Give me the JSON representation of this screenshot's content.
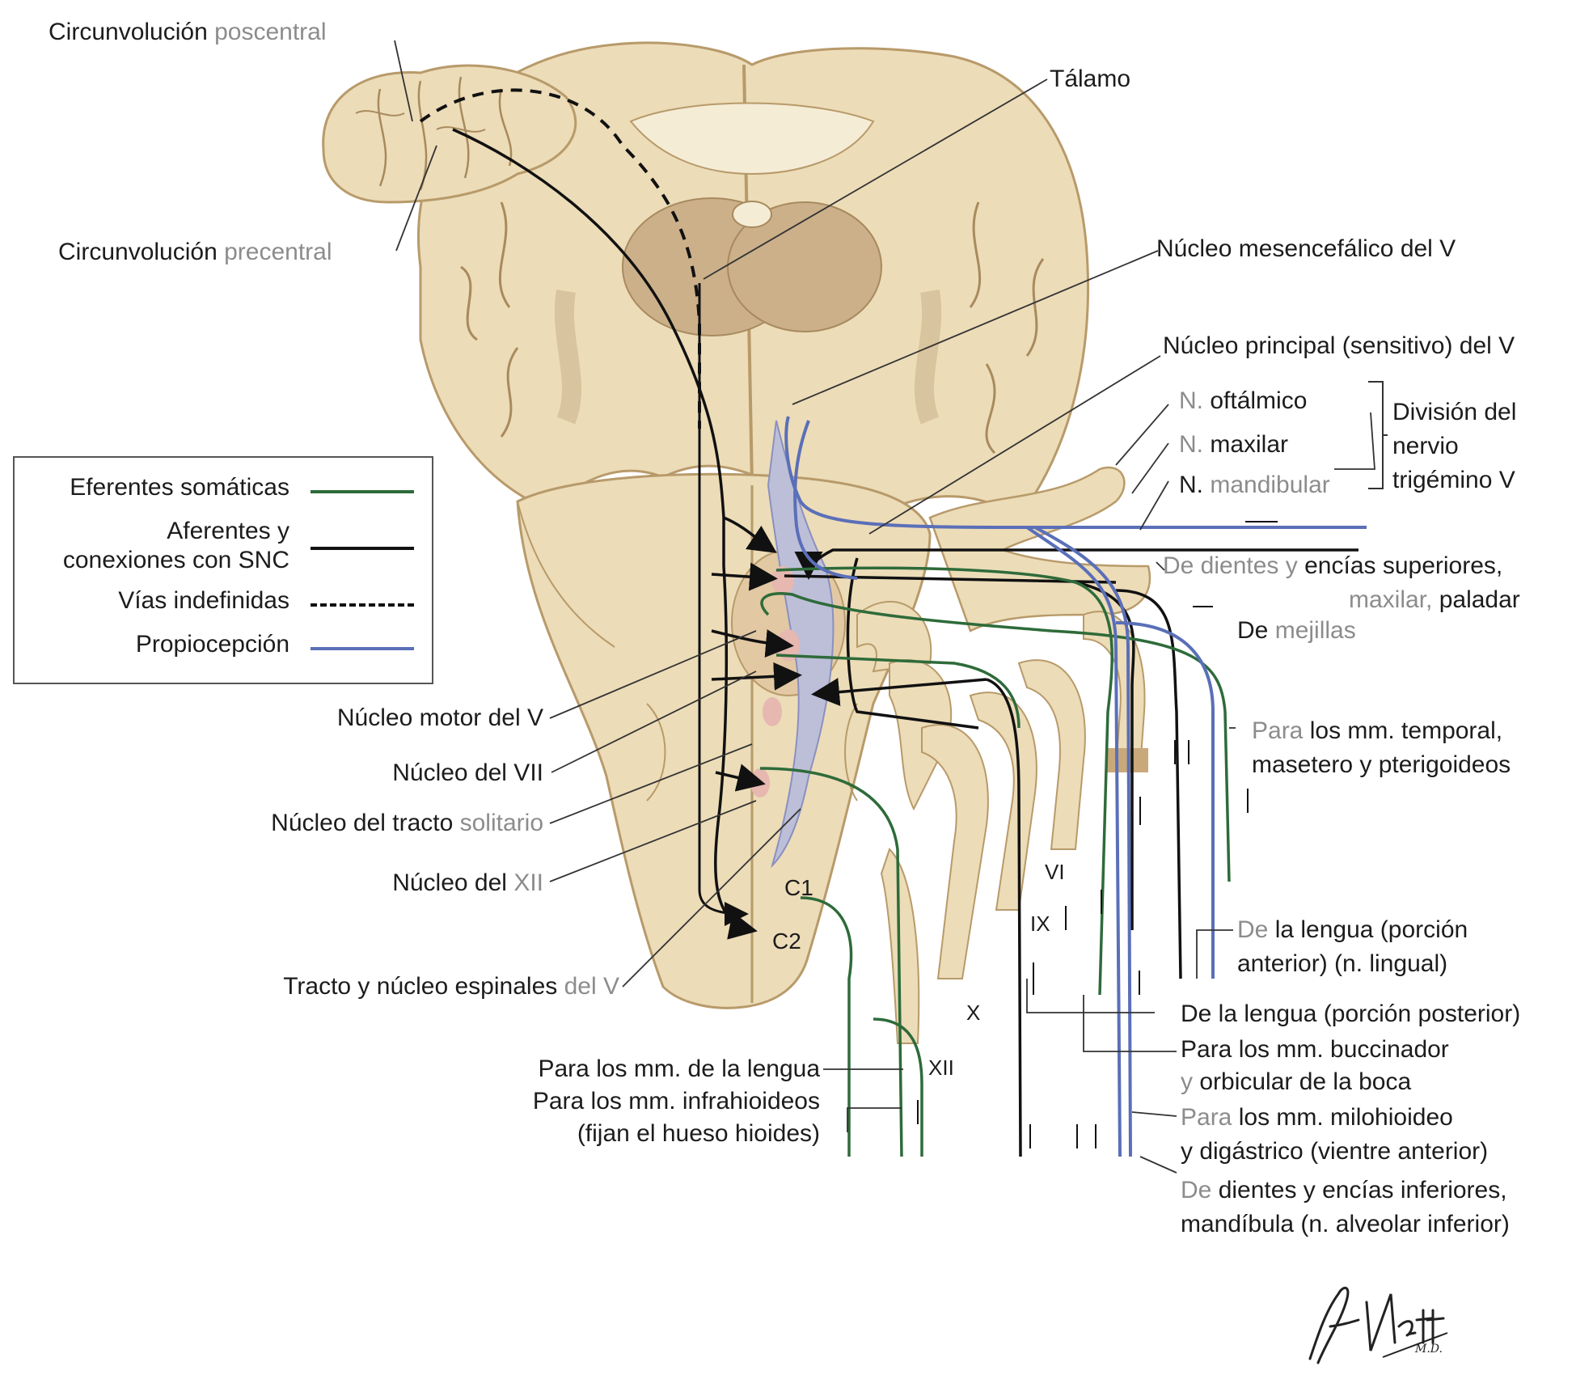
{
  "labels": {
    "circ_pos_a": "Circunvolución",
    "circ_pos_b": "poscentral",
    "circ_pre_a": "Circunvolución",
    "circ_pre_b": "precentral",
    "talamo": "Tálamo",
    "nucleo_mesen": "Núcleo mesencefálico del V",
    "nucleo_principal": "Núcleo principal (sensitivo) del V",
    "n_oft_a": "N.",
    "n_oft_b": "oftálmico",
    "n_max_a": "N.",
    "n_max_b": "maxilar",
    "n_mand_a": "N.",
    "n_mand_b": "mandibular",
    "division_1": "División del",
    "division_2": "nervio",
    "division_3": "trigémino V",
    "dientes_sup_a": "De dientes y",
    "dientes_sup_b": "encías superiores,",
    "maxilar_a": "maxilar,",
    "maxilar_b": "paladar",
    "mejillas_a": "De",
    "mejillas_b": "mejillas",
    "para_temporal_a": "Para",
    "para_temporal_b": "los mm. temporal,",
    "para_temporal_c": "masetero y pterigoideos",
    "nucleo_motor": "Núcleo motor del V",
    "nucleo_vii": "Núcleo del VII",
    "nucleo_solitario_a": "Núcleo del tracto",
    "nucleo_solitario_b": "solitario",
    "nucleo_xii_a": "Núcleo del",
    "nucleo_xii_b": "XII",
    "tracto_espinal_a": "Tracto y núcleo espinales",
    "tracto_espinal_b": "del V",
    "lengua_ant_a": "De",
    "lengua_ant_b": "la lengua (porción",
    "lengua_ant_c": "anterior) (n. lingual)",
    "lengua_post": "De la lengua (porción posterior)",
    "buccinador_1": "Para los mm. buccinador",
    "buccinador_2a": "y",
    "buccinador_2b": "orbicular de la boca",
    "milohioideo_a": "Para",
    "milohioideo_b": "los mm. milohioideo",
    "milohioideo_c": "y digástrico (vientre anterior)",
    "dientes_inf_a": "De",
    "dientes_inf_b": "dientes y encías inferiores,",
    "dientes_inf_c": "mandíbula (n. alveolar inferior)",
    "para_lengua": "Para los mm. de la lengua",
    "para_infra_1": "Para los mm. infrahioideos",
    "para_infra_2": "(fijan el hueso hioides)",
    "roman_vi": "VI",
    "roman_ix": "IX",
    "roman_x": "X",
    "roman_xii": "XII",
    "c1": "C1",
    "c2": "C2"
  },
  "legend": {
    "eferentes": "Eferentes somáticas",
    "aferentes_1": "Aferentes y",
    "aferentes_2": "conexiones con SNC",
    "indefinidas": "Vías indefinidas",
    "propiocepcion": "Propiocepción"
  },
  "signature": "F. Netter M.D.",
  "colors": {
    "efferent": "#2e6b3a",
    "afferent": "#111111",
    "proprio": "#5a6fb8",
    "tissue": "#ecdcb8",
    "tissue_dark": "#c9a97a",
    "gray_text": "#8c8c8c"
  }
}
